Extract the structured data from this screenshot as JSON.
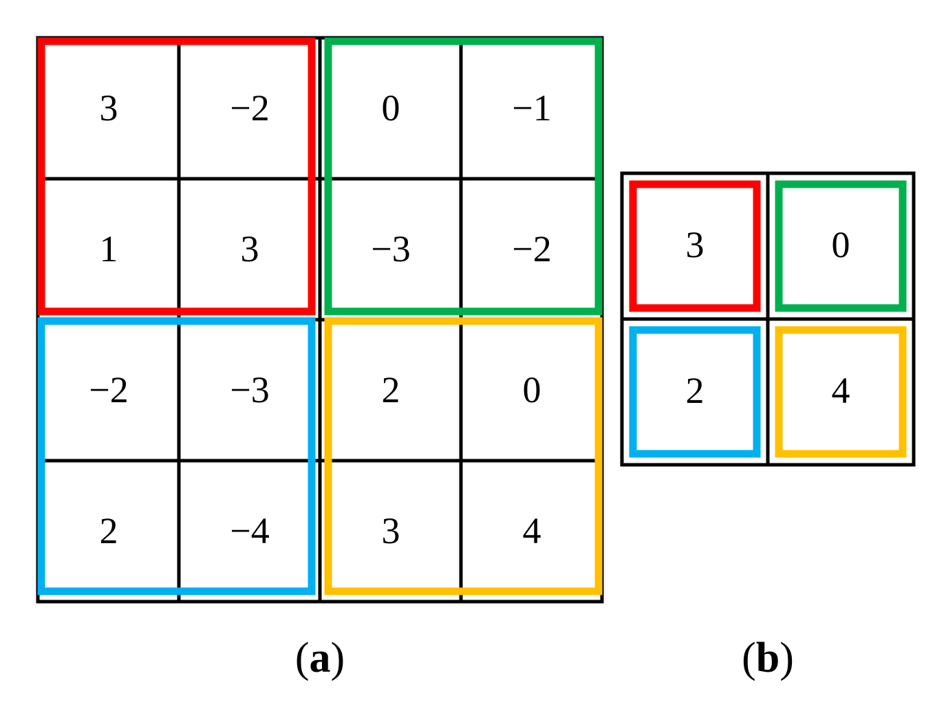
{
  "colors": {
    "grid_line": "#000000",
    "red": "#FF0000",
    "green": "#00B04F",
    "blue": "#00B0F0",
    "yellow": "#FFC000"
  },
  "panel_a": {
    "rows": [
      [
        "3",
        "−2",
        "0",
        "−1"
      ],
      [
        "1",
        "3",
        "−3",
        "−2"
      ],
      [
        "−2",
        "−3",
        "2",
        "0"
      ],
      [
        "2",
        "−4",
        "3",
        "4"
      ]
    ],
    "caption": {
      "open": "(",
      "letter": "a",
      "close": ")"
    }
  },
  "panel_b": {
    "rows": [
      [
        "3",
        "0"
      ],
      [
        "2",
        "4"
      ]
    ],
    "caption": {
      "open": "(",
      "letter": "b",
      "close": ")"
    }
  }
}
